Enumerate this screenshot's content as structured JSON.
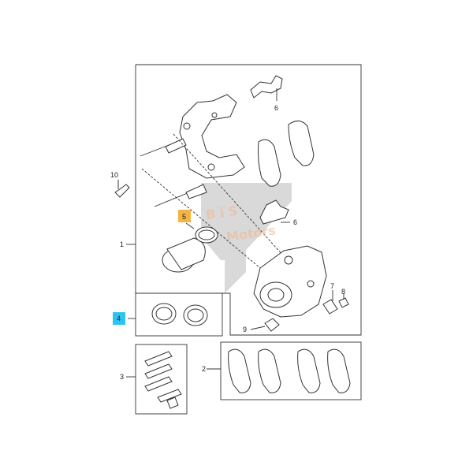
{
  "callouts": {
    "c1": "1",
    "c2": "2",
    "c3": "3",
    "c4": "4",
    "c5": "5",
    "c6a": "6",
    "c6b": "6",
    "c7": "7",
    "c8": "8",
    "c9": "9",
    "c10": "10"
  },
  "watermark": {
    "line1": "B i S",
    "line2": "Motors"
  },
  "colors": {
    "highlight_5": "#f5b342",
    "highlight_4": "#2fc4ef",
    "watermark": "#f3b58a",
    "line": "#333333"
  }
}
